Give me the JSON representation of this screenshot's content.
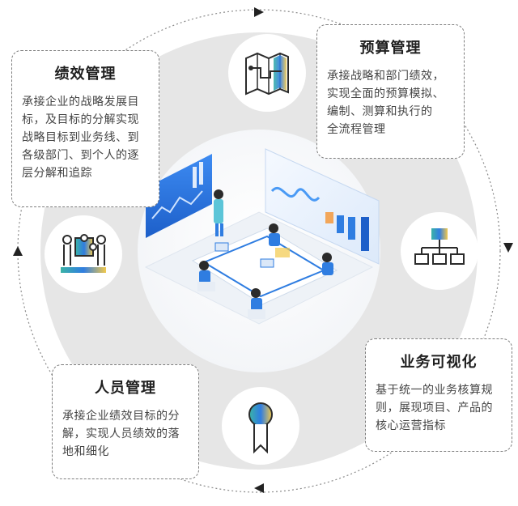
{
  "cards": {
    "performance": {
      "title": "绩效管理",
      "lines": [
        "承接企业的战略发展目",
        "标，及目标的分解实现",
        "战略目标到业务线、到",
        "各级部门、到个人的逐",
        "层分解和追踪"
      ]
    },
    "budget": {
      "title": "预算管理",
      "lines": [
        "承接战略和部门绩效，",
        "实现全面的预算模拟、",
        "编制、测算和执行的",
        "全流程管理"
      ]
    },
    "business": {
      "title": "业务可视化",
      "lines": [
        "基于统一的业务核算规",
        "则，展现项目、产品的",
        "核心运营指标"
      ]
    },
    "people": {
      "title": "人员管理",
      "lines": [
        "承接企业绩效目标的分",
        "解，实现人员绩效的落",
        "地和细化"
      ]
    }
  },
  "icons": {
    "budget": "map-route-icon",
    "performance": "puzzle-team-icon",
    "business": "org-chart-icon",
    "people": "medal-icon"
  },
  "colors": {
    "ring": "#e6e6e6",
    "accent_blue": "#2f7de1",
    "accent_yellow": "#f2c94c",
    "accent_teal": "#3bb3a6",
    "card_border": "#7d7d7d"
  }
}
